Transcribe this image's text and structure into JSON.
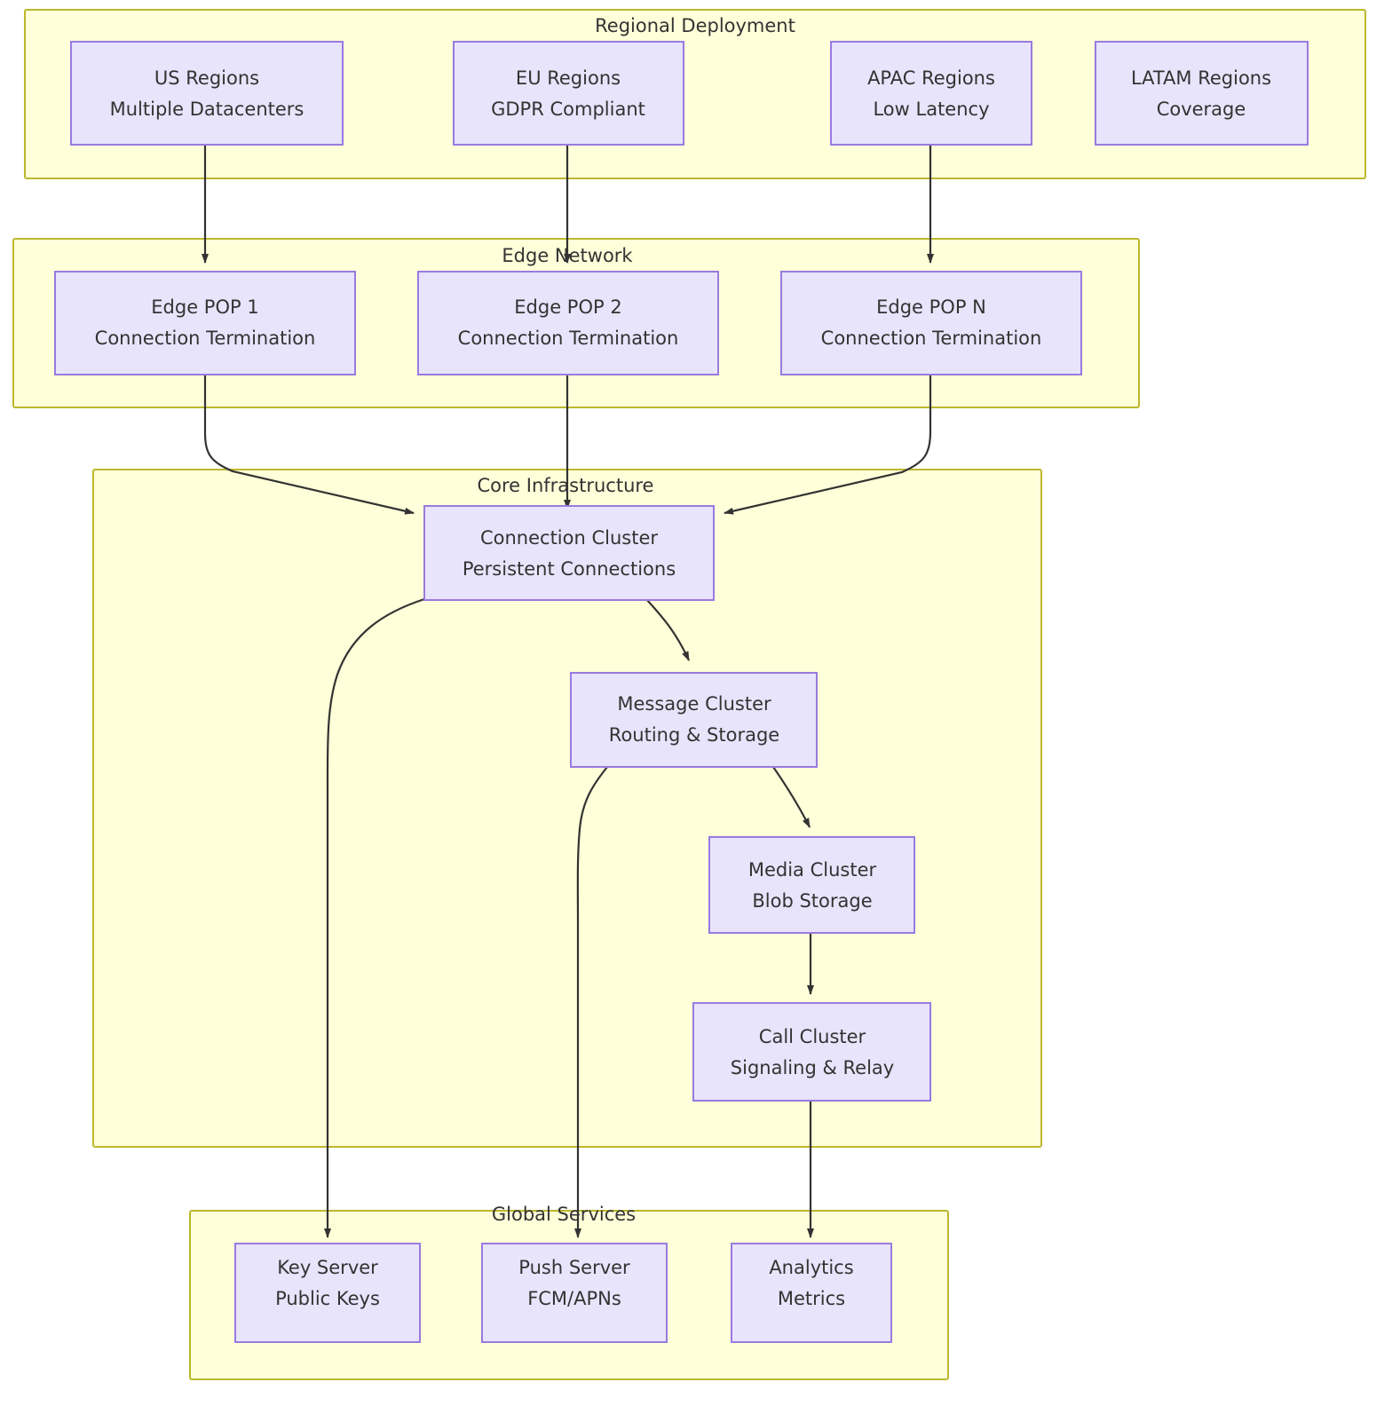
{
  "diagram": {
    "type": "flowchart",
    "title": "",
    "colors": {
      "cluster_fill": "#ffffd9",
      "cluster_stroke": "#bcb82e",
      "node_fill": "#e8e4fb",
      "node_stroke": "#9a7ae0",
      "edge_stroke": "#333333",
      "text": "#333333"
    },
    "clusters": [
      {
        "id": "regional",
        "label": "Regional Deployment"
      },
      {
        "id": "edge",
        "label": "Edge Network"
      },
      {
        "id": "core",
        "label": "Core Infrastructure"
      },
      {
        "id": "global",
        "label": "Global Services"
      }
    ],
    "nodes": [
      {
        "id": "us",
        "cluster": "regional",
        "line1": "US Regions",
        "line2": "Multiple Datacenters"
      },
      {
        "id": "eu",
        "cluster": "regional",
        "line1": "EU Regions",
        "line2": "GDPR Compliant"
      },
      {
        "id": "apac",
        "cluster": "regional",
        "line1": "APAC Regions",
        "line2": "Low Latency"
      },
      {
        "id": "latam",
        "cluster": "regional",
        "line1": "LATAM Regions",
        "line2": "Coverage"
      },
      {
        "id": "pop1",
        "cluster": "edge",
        "line1": "Edge POP 1",
        "line2": "Connection Termination"
      },
      {
        "id": "pop2",
        "cluster": "edge",
        "line1": "Edge POP 2",
        "line2": "Connection Termination"
      },
      {
        "id": "popn",
        "cluster": "edge",
        "line1": "Edge POP N",
        "line2": "Connection Termination"
      },
      {
        "id": "conn",
        "cluster": "core",
        "line1": "Connection Cluster",
        "line2": "Persistent Connections"
      },
      {
        "id": "msg",
        "cluster": "core",
        "line1": "Message Cluster",
        "line2": "Routing & Storage"
      },
      {
        "id": "media",
        "cluster": "core",
        "line1": "Media Cluster",
        "line2": "Blob Storage"
      },
      {
        "id": "call",
        "cluster": "core",
        "line1": "Call Cluster",
        "line2": "Signaling & Relay"
      },
      {
        "id": "key",
        "cluster": "global",
        "line1": "Key Server",
        "line2": "Public Keys"
      },
      {
        "id": "push",
        "cluster": "global",
        "line1": "Push Server",
        "line2": "FCM/APNs"
      },
      {
        "id": "analytics",
        "cluster": "global",
        "line1": "Analytics",
        "line2": "Metrics"
      }
    ],
    "edges": [
      {
        "from": "us",
        "to": "pop1",
        "label": ""
      },
      {
        "from": "eu",
        "to": "pop2",
        "label": ""
      },
      {
        "from": "apac",
        "to": "popn",
        "label": ""
      },
      {
        "from": "pop1",
        "to": "conn",
        "label": ""
      },
      {
        "from": "pop2",
        "to": "conn",
        "label": ""
      },
      {
        "from": "popn",
        "to": "conn",
        "label": ""
      },
      {
        "from": "conn",
        "to": "msg",
        "label": ""
      },
      {
        "from": "conn",
        "to": "key",
        "label": ""
      },
      {
        "from": "msg",
        "to": "media",
        "label": ""
      },
      {
        "from": "msg",
        "to": "push",
        "label": ""
      },
      {
        "from": "media",
        "to": "call",
        "label": ""
      },
      {
        "from": "call",
        "to": "analytics",
        "label": ""
      }
    ]
  }
}
